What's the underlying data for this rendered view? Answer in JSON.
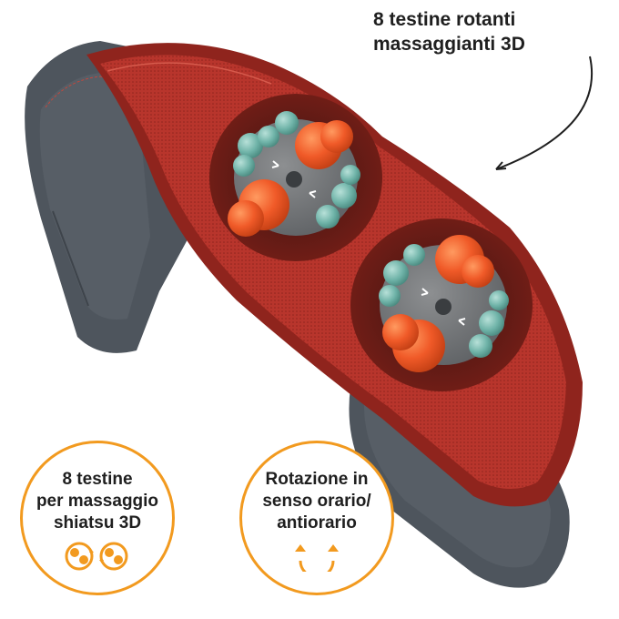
{
  "headline": {
    "line1": "8 testine rotanti",
    "line2": "massaggianti 3D"
  },
  "badges": [
    {
      "line1": "8 testine",
      "line2": "per massaggio",
      "line3": "shiatsu 3D",
      "icon": "dual-rotating-heads-icon"
    },
    {
      "line1": "Rotazione in",
      "line2": "senso orario/",
      "line3": "antiorario",
      "icon": "rotation-arrows-icon"
    }
  ],
  "colors": {
    "strap_gray": "#4e555d",
    "strap_gray_dark": "#3e444b",
    "mesh_red": "#b8352c",
    "mesh_red_dark": "#8f241d",
    "head_orange": "#f05a28",
    "head_teal": "#6fb3a8",
    "badge_orange": "#f29a1f",
    "stitch": "#c2473c"
  }
}
